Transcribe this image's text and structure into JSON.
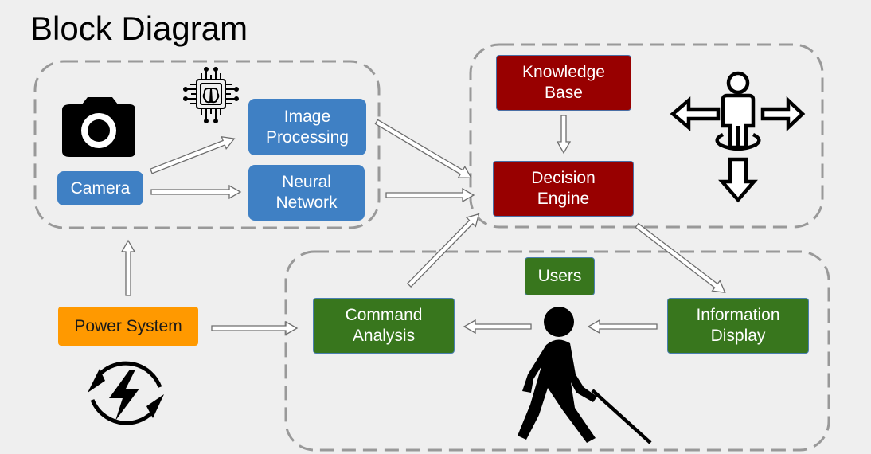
{
  "title": "Block Diagram",
  "nodes": {
    "camera": "Camera",
    "image_processing": "Image\nProcessing",
    "neural_network": "Neural\nNetwork",
    "knowledge_base": "Knowledge\nBase",
    "decision_engine": "Decision\nEngine",
    "users": "Users",
    "command_analysis": "Command\nAnalysis",
    "information_display": "Information\nDisplay",
    "power_system": "Power System"
  },
  "icons": [
    "camera-icon",
    "ai-chip-icon",
    "person-directions-icon",
    "blind-person-with-cane-icon",
    "power-cycle-icon"
  ],
  "colors": {
    "blue": "#3f80c4",
    "red": "#980000",
    "green": "#38761d",
    "orange": "#ff9900",
    "dashed_border": "#999999",
    "background": "#efefef"
  }
}
